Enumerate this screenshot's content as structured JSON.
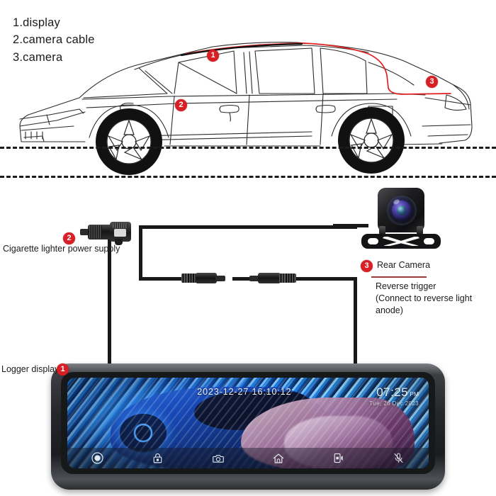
{
  "legend": {
    "items": [
      "1.display",
      "2.camera cable",
      "3.camera"
    ]
  },
  "car_diagram": {
    "markers": [
      {
        "id": "1",
        "name": "display-marker"
      },
      {
        "id": "2",
        "name": "camera-cable-marker"
      },
      {
        "id": "3",
        "name": "camera-marker"
      }
    ],
    "cable_color": "#e02020"
  },
  "wiring": {
    "power_supply": {
      "badge": "2",
      "label": "Cigarette lighter power supply"
    },
    "rear_camera": {
      "badge": "3",
      "label": "Rear Camera"
    },
    "reverse_trigger": {
      "line1": "Reverse trigger",
      "line2": "(Connect to reverse light anode)",
      "rule_color": "#9c3b3b"
    },
    "logger_display": {
      "badge": "1",
      "label": "Logger display"
    }
  },
  "mirror": {
    "osd": {
      "stamp": "2023-12-27  16:10:12",
      "clock_time": "07:25",
      "clock_ampm": "PM",
      "clock_date": "Tue, 26 Dec 2023"
    },
    "toolbar": [
      {
        "name": "record-button",
        "icon": "record-icon"
      },
      {
        "name": "lock-button",
        "icon": "lock-icon"
      },
      {
        "name": "snapshot-button",
        "icon": "camera-icon"
      },
      {
        "name": "home-button",
        "icon": "home-icon"
      },
      {
        "name": "camera-switch-button",
        "icon": "screen-switch-icon"
      },
      {
        "name": "mute-button",
        "icon": "mic-muted-icon"
      }
    ]
  },
  "colors": {
    "badge_red": "#d81f26",
    "text": "#1b1b1b",
    "cable_black": "#181818"
  }
}
